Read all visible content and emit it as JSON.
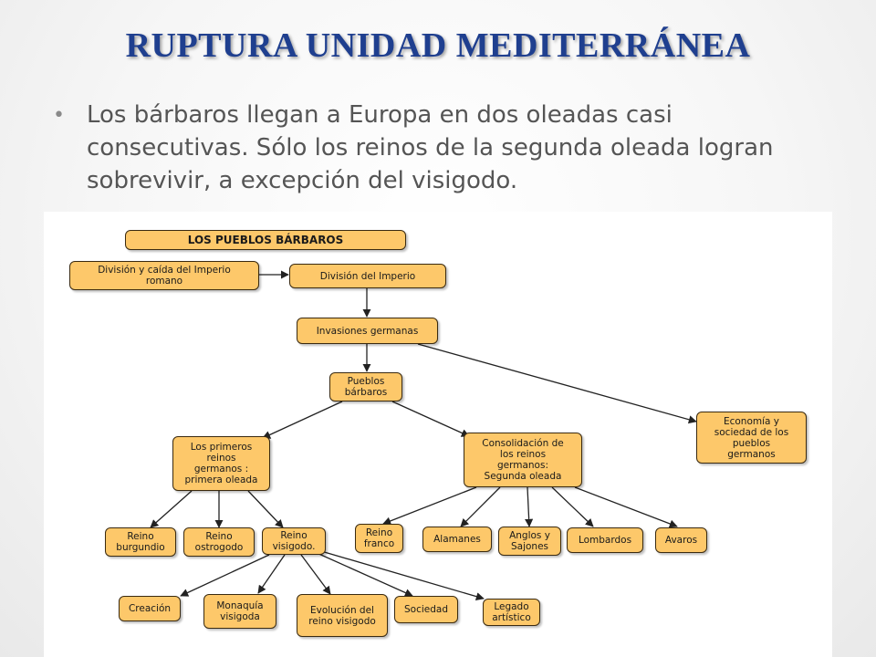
{
  "title": "RUPTURA UNIDAD MEDITERRÁNEA",
  "bullet": "Los bárbaros llegan a Europa en dos oleadas casi consecutivas. Sólo los reinos de la segunda oleada logran sobrevivir, a excepción del visigodo.",
  "diagram": {
    "header": "LOS PUEBLOS BÁRBAROS",
    "nodes": {
      "division_caida": "División y caída del Imperio\nromano",
      "division_imperio": "División del Imperio",
      "invasiones": "Invasiones germanas",
      "pueblos": "Pueblos\nbárbaros",
      "economia": "Economía y\nsociedad de los\npueblos\ngermanos",
      "primeros": "Los primeros\nreinos\ngermanos :\nprimera oleada",
      "consolidacion": "Consolidación de\nlos reinos\ngermanos:\nSegunda oleada",
      "burgundio": "Reino\nburgundio",
      "ostrogodo": "Reino\nostrogodo",
      "visigodo": "Reino\nvisigodo.",
      "franco": "Reino\nfranco",
      "alamanes": "Alamanes",
      "anglos": "Anglos y\nSajones",
      "lombardos": "Lombardos",
      "avaros": "Avaros",
      "creacion": "Creación",
      "monaquia": "Monaquía\nvisigoda",
      "evolucion": "Evolución del\nreino visigodo",
      "sociedad": "Sociedad",
      "legado": "Legado\nartístico"
    }
  }
}
